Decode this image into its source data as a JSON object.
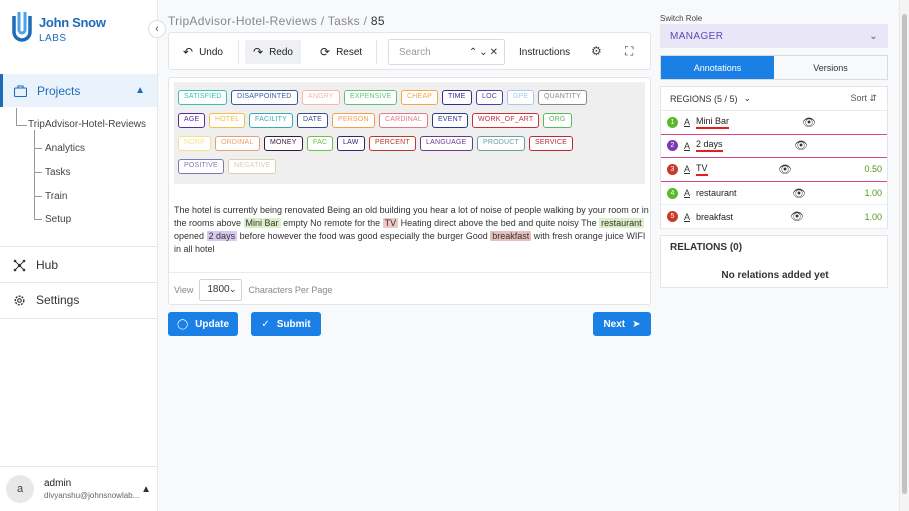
{
  "brand": {
    "name": "John Snow",
    "sub": "LABS"
  },
  "sidebar": {
    "projects_label": "Projects",
    "project_name": "TripAdvisor-Hotel-Reviews",
    "project_items": [
      "Analytics",
      "Tasks",
      "Train",
      "Setup"
    ],
    "hub_label": "Hub",
    "settings_label": "Settings"
  },
  "user": {
    "initial": "a",
    "name": "admin",
    "email": "divyanshu@johnsnowlab..."
  },
  "breadcrumb": {
    "project": "TripAdvisor-Hotel-Reviews",
    "sep1": "/",
    "section": "Tasks",
    "sep2": "/",
    "task": "85"
  },
  "toolbar": {
    "undo": "Undo",
    "redo": "Redo",
    "reset": "Reset",
    "search_placeholder": "Search",
    "instructions": "Instructions"
  },
  "labels": [
    {
      "text": "SATISFIED",
      "color": "#3cc0a8"
    },
    {
      "text": "DISAPPOINTED",
      "color": "#3a5aa0"
    },
    {
      "text": "ANGRY",
      "color": "#f2b8a8"
    },
    {
      "text": "EXPENSIVE",
      "color": "#62c27a"
    },
    {
      "text": "CHEAP",
      "color": "#f0a84a"
    },
    {
      "text": "TIME",
      "color": "#3b2a88"
    },
    {
      "text": "LOC",
      "color": "#4a3fa8"
    },
    {
      "text": "GPE",
      "color": "#a8c8f0"
    },
    {
      "text": "QUANTITY",
      "color": "#888888"
    },
    {
      "text": "AGE",
      "color": "#5a2a9a"
    },
    {
      "text": "HOTEL",
      "color": "#f2c04a"
    },
    {
      "text": "FACILITY",
      "color": "#3aa8b8"
    },
    {
      "text": "DATE",
      "color": "#3a4a8a"
    },
    {
      "text": "PERSON",
      "color": "#f2a050"
    },
    {
      "text": "CARDINAL",
      "color": "#e07a8a"
    },
    {
      "text": "EVENT",
      "color": "#2a3a8a"
    },
    {
      "text": "WORK_OF_ART",
      "color": "#c8303a"
    },
    {
      "text": "ORG",
      "color": "#5ab85a"
    },
    {
      "text": "NORP",
      "color": "#f5e08a"
    },
    {
      "text": "ORDINAL",
      "color": "#e8a070"
    },
    {
      "text": "MONEY",
      "color": "#3a1a3a"
    },
    {
      "text": "FAC",
      "color": "#6ac04a"
    },
    {
      "text": "LAW",
      "color": "#2a2a6a"
    },
    {
      "text": "PERCENT",
      "color": "#b83a2a"
    },
    {
      "text": "LANGUAGE",
      "color": "#6a3a8a"
    },
    {
      "text": "PRODUCT",
      "color": "#6aa0a0"
    },
    {
      "text": "SERVICE",
      "color": "#b82a3a"
    },
    {
      "text": "POSITIVE",
      "color": "#7a7ab8"
    },
    {
      "text": "NEGATIVE",
      "color": "#d8d0a8"
    }
  ],
  "review": {
    "segments": [
      {
        "t": "The hotel is currently being renovated Being an old building you hear a lot of noise of people walking by your room or in the rooms above "
      },
      {
        "t": "Mini Bar",
        "hl": "#dcefc8"
      },
      {
        "t": " empty No remote for the "
      },
      {
        "t": "TV",
        "hl": "#f0c8c4"
      },
      {
        "t": " Heating direct above the bed and quite noisy The "
      },
      {
        "t": "restaurant",
        "hl": "#dcefc8"
      },
      {
        "t": " opened "
      },
      {
        "t": "2 days",
        "hl": "#d8c8f0"
      },
      {
        "t": " before however the food was good especially the burger Good "
      },
      {
        "t": "breakfast",
        "hl": "#e8c0bc"
      },
      {
        "t": " with fresh orange juice WIFI in all hotel"
      }
    ]
  },
  "pagination": {
    "view_label": "View",
    "per_page": "1800",
    "suffix": "Characters Per Page"
  },
  "actions": {
    "update": "Update",
    "submit": "Submit",
    "next": "Next"
  },
  "role": {
    "label": "Switch Role",
    "value": "MANAGER"
  },
  "tabs": {
    "annotations": "Annotations",
    "versions": "Versions"
  },
  "regions": {
    "title": "REGIONS (5 / 5)",
    "sort": "Sort",
    "items": [
      {
        "n": "1",
        "text": "Mini Bar",
        "score": "",
        "color": "#5ab82a"
      },
      {
        "n": "2",
        "text": "2 days",
        "score": "",
        "color": "#7a3ab8"
      },
      {
        "n": "3",
        "text": "TV",
        "score": "0.50",
        "color": "#c83a2a"
      },
      {
        "n": "4",
        "text": "restaurant",
        "score": "1.00",
        "color": "#5ab82a"
      },
      {
        "n": "5",
        "text": "breakfast",
        "score": "1.00",
        "color": "#c83a2a"
      }
    ]
  },
  "relations": {
    "title": "RELATIONS (0)",
    "empty": "No relations added yet"
  }
}
